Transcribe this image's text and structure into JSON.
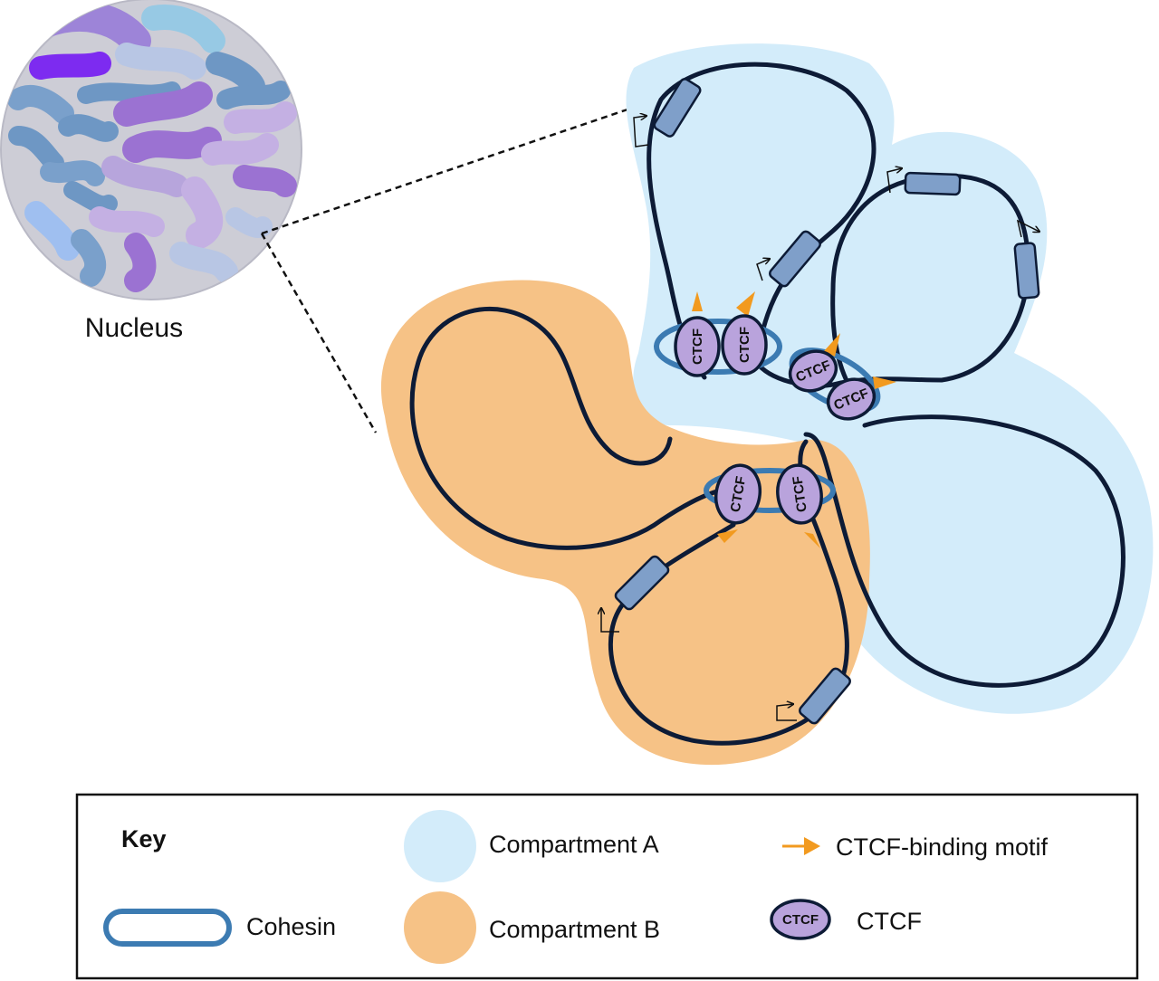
{
  "nucleus": {
    "label": "Nucleus"
  },
  "ctcf_label": "CTCF",
  "key": {
    "title": "Key",
    "items": {
      "cohesin": "Cohesin",
      "compartment_a": "Compartment A",
      "compartment_b": "Compartment B",
      "motif": "CTCF-binding motif",
      "ctcf": "CTCF"
    }
  },
  "colors": {
    "compartment_a": "#d3ecfa",
    "compartment_b": "#f6c286",
    "chromatin": "#0d1b36",
    "cohesin": "#3c7bb2",
    "ctcf_fill": "#b9a3dc",
    "motif": "#f29a1f",
    "gene": "#7f9fc9",
    "nucleus_bg": "#cdcdd6"
  }
}
